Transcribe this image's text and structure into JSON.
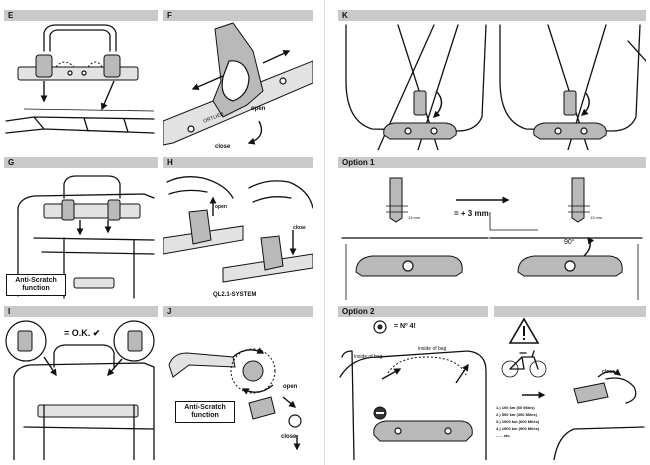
{
  "panels": {
    "e": {
      "letter": "E"
    },
    "f": {
      "letter": "F",
      "open": "open",
      "close": "close",
      "brand": "ORTLIEB"
    },
    "g": {
      "letter": "G",
      "anti_scratch": "Anti-Scratch function"
    },
    "h": {
      "letter": "H",
      "open": "open",
      "close": "close",
      "caption": "QL2.1-SYSTEM"
    },
    "i": {
      "letter": "I",
      "ok": "= O.K. ✔"
    },
    "j": {
      "letter": "J",
      "anti_scratch": "Anti-Scratch function",
      "open": "open",
      "close": "close"
    },
    "k": {
      "letter": "K"
    },
    "option1": {
      "title": "Option 1",
      "dim_left": "13 mm",
      "dim_right": "13 mm",
      "delta": "= + 3 mm",
      "angle": "90°"
    },
    "option2": {
      "title": "Option 2",
      "part_number": "= Nº 4!",
      "inside_left": "inside of bag",
      "inside_right": "inside of bag"
    },
    "maintenance": {
      "close": "close",
      "intervals": [
        "1.)  100 km   (60 Miles)",
        "2.)  500 km  (300 Miles)",
        "3.) 1000 km  (600 Miles)",
        "4.) 1500 km  (900 Miles)",
        "...... etc."
      ]
    }
  }
}
